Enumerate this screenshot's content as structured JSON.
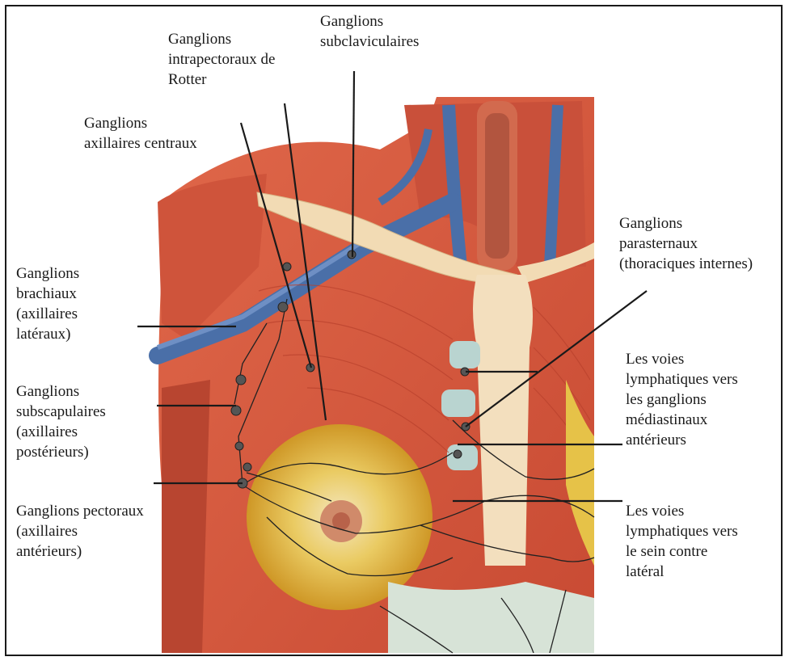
{
  "labels": {
    "subclaviculaires": "Ganglions\nsubclaviculaires",
    "rotter": "Ganglions\nintrapectoraux de\nRotter",
    "centraux": "Ganglions\naxillaires centraux",
    "brachiaux": "Ganglions\nbrachiaux\n(axillaires\nlatéraux)",
    "subscapulaires": "Ganglions\nsubscapulaires\n(axillaires\npostérieurs)",
    "pectoraux": "Ganglions pectoraux\n(axillaires\nantérieurs)",
    "parasternaux": "Ganglions\nparasternaux\n(thoraciques internes)",
    "mediastinaux": "Les voies\nlymphatiques vers\nles ganglions\nmédiastinaux\nantérieurs",
    "sein_contre_lateral": "Les voies\nlymphatiques vers\nle sein contre\nlatéral"
  },
  "colors": {
    "muscle": "#d9573f",
    "muscle_dark": "#b8402c",
    "vein": "#4a6fa8",
    "clavicle": "#f2dbb4",
    "gland": "#e6b832",
    "leader": "#1a1a1a"
  }
}
